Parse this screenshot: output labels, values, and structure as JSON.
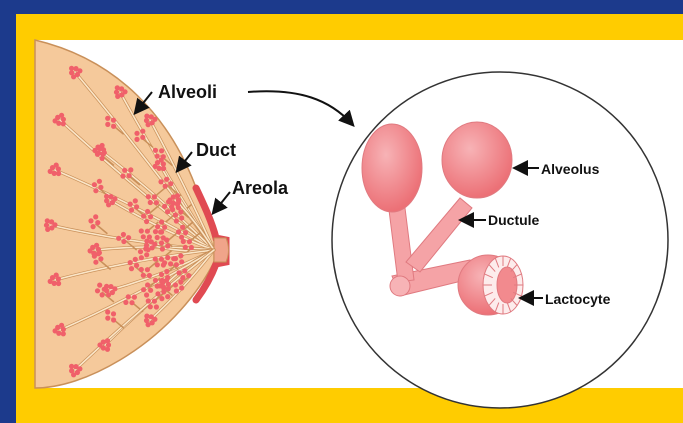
{
  "colors": {
    "background_blue": "#1c3a8c",
    "frame_yellow": "#ffcc00",
    "panel_white": "#ffffff",
    "breast_skin": "#f5c99b",
    "breast_outline": "#c9905a",
    "duct_fill": "#fbe6c8",
    "alveoli_pink": "#f0606a",
    "areola_red": "#e04a52",
    "structure_pink": "#f28a8e",
    "circle_outline": "#333333"
  },
  "labels": {
    "alveoli": "Alveoli",
    "duct": "Duct",
    "areola": "Areola",
    "alveolus": "Alveolus",
    "ductule": "Ductule",
    "lactocyte": "Lactocyte"
  }
}
